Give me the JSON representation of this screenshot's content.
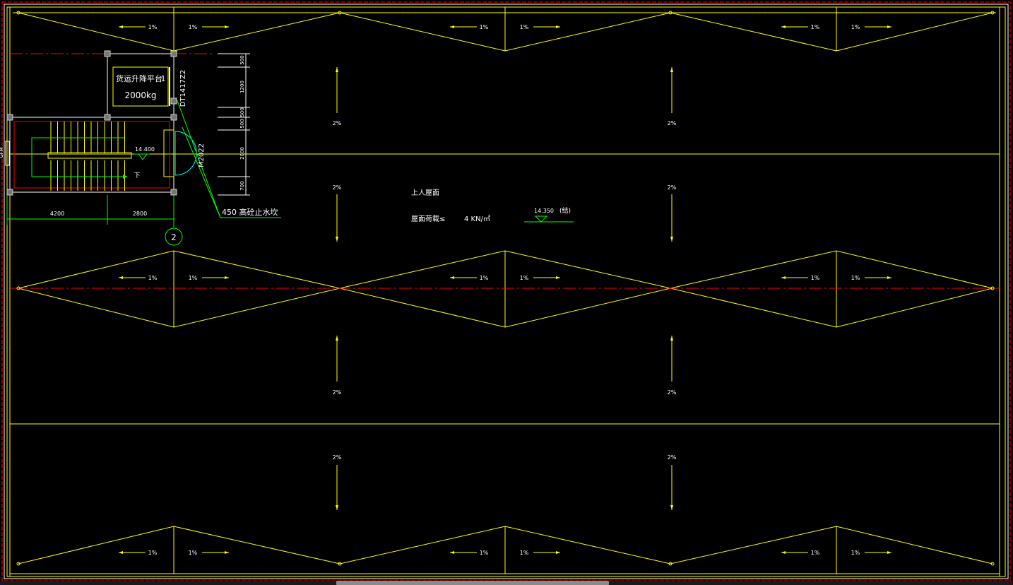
{
  "colors": {
    "background": "#000000",
    "roof_line": "#ffff00",
    "axis_line": "#ff0000",
    "dimension": "#00ff00",
    "stair_frame": "#ffffff",
    "label_text": "#ffffff",
    "door": "#00ffff"
  },
  "slope_labels": {
    "one_percent": "1%",
    "two_percent": "2%"
  },
  "lift": {
    "title": "货运升降平台",
    "number": "1",
    "capacity": "2000kg"
  },
  "codes": {
    "lift_door": "DT1417Z2",
    "door": "M2022"
  },
  "stair_elevation": "14.400",
  "down_mark": "下",
  "curb_note": "450 高砼止水坎",
  "dims_horizontal": [
    "4200",
    "2800"
  ],
  "dims_vertical": [
    "500",
    "1200",
    "500",
    "500",
    "2000",
    "700"
  ],
  "axis_bubble": "2",
  "left_edge_code": "GFM",
  "roof_note": {
    "title": "上人屋面",
    "load_label": "屋面荷载≤",
    "load_value": "4 KN/㎡",
    "level": "14.350",
    "level_suffix": "(结)"
  }
}
